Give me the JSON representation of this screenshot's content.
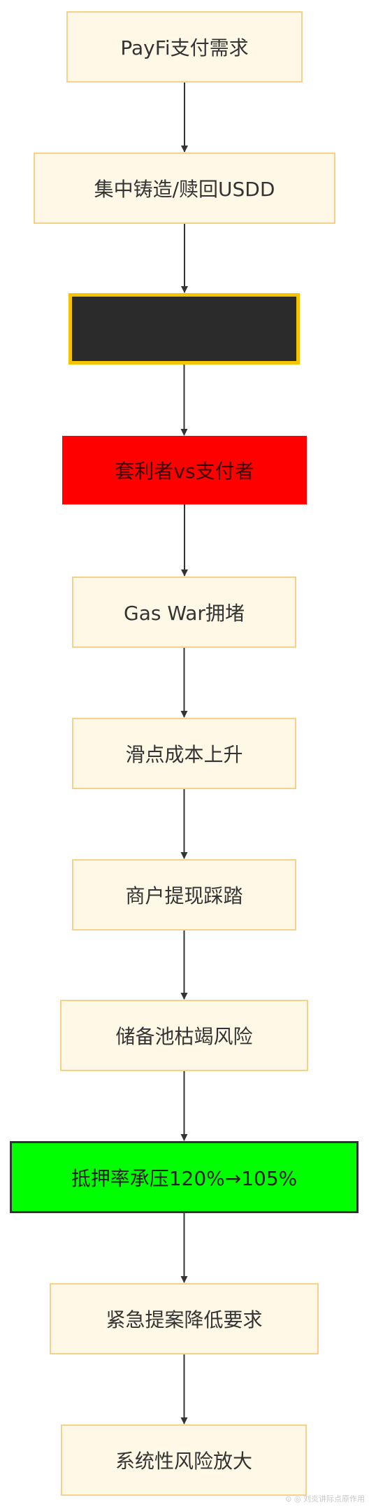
{
  "nodes": [
    {
      "id": "n1",
      "label": "PayFi支付需求",
      "style": "default"
    },
    {
      "id": "n2",
      "label": "集中铸造/赎回USDD",
      "style": "default"
    },
    {
      "id": "n3",
      "label": "",
      "style": "dark"
    },
    {
      "id": "n4",
      "label": "套利者vs支付者",
      "style": "red"
    },
    {
      "id": "n5",
      "label": "Gas War拥堵",
      "style": "default"
    },
    {
      "id": "n6",
      "label": "滑点成本上升",
      "style": "default"
    },
    {
      "id": "n7",
      "label": "商户提现踩踏",
      "style": "default"
    },
    {
      "id": "n8",
      "label": "储备池枯竭风险",
      "style": "default"
    },
    {
      "id": "n9",
      "label": "抵押率承压120%→105%",
      "style": "green"
    },
    {
      "id": "n10",
      "label": "紧急提案降低要求",
      "style": "default"
    },
    {
      "id": "n11",
      "label": "系统性风险放大",
      "style": "default"
    }
  ],
  "edges": [
    {
      "from": "n1",
      "to": "n2"
    },
    {
      "from": "n2",
      "to": "n3"
    },
    {
      "from": "n3",
      "to": "n4"
    },
    {
      "from": "n4",
      "to": "n5"
    },
    {
      "from": "n5",
      "to": "n6"
    },
    {
      "from": "n6",
      "to": "n7"
    },
    {
      "from": "n7",
      "to": "n8"
    },
    {
      "from": "n8",
      "to": "n9"
    },
    {
      "from": "n9",
      "to": "n10"
    },
    {
      "from": "n10",
      "to": "n11"
    }
  ],
  "colors": {
    "default_fill": "#fff8e6",
    "default_border": "#f5d18a",
    "dark_fill": "#2b2b2b",
    "dark_border": "#f5c400",
    "red_fill": "#ff0000",
    "green_fill": "#00ff00",
    "edge": "#333333"
  },
  "watermark": "⊙ ◎ 刘炎讲际点原作用"
}
